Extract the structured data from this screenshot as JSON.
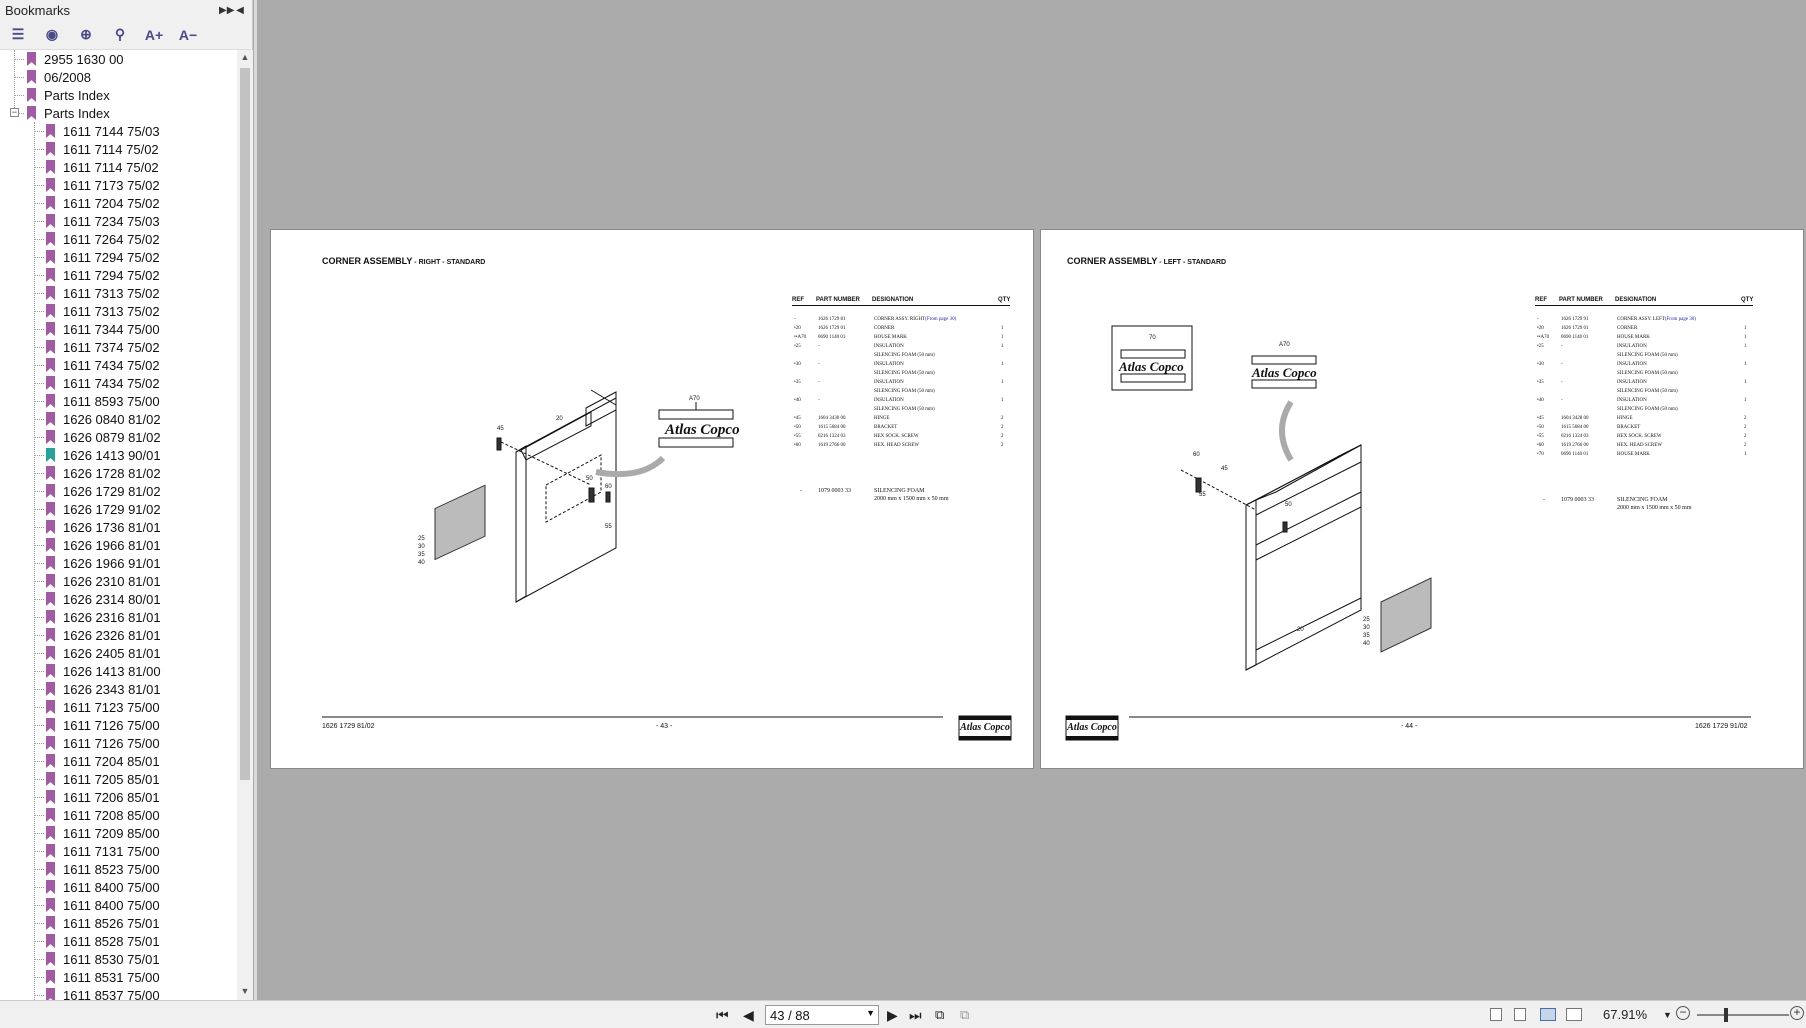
{
  "sidebar": {
    "title": "Bookmarks",
    "tools": [
      "bookmark-options-icon",
      "expand-bookmark-icon",
      "add-bookmark-icon",
      "find-bookmark-icon",
      "enlarge-text-icon",
      "shrink-text-icon"
    ],
    "top_items": [
      "2955 1630 00",
      "06/2008",
      "Parts Index",
      "Parts Index"
    ],
    "child_items": [
      "1611 7144 75/03",
      "1611 7114 75/02",
      "1611 7114 75/02",
      "1611 7173 75/02",
      "1611 7204 75/02",
      "1611 7234 75/03",
      "1611 7264 75/02",
      "1611 7294 75/02",
      "1611 7294 75/02",
      "1611 7313 75/02",
      "1611 7313 75/02",
      "1611 7344 75/00",
      "1611 7374 75/02",
      "1611 7434 75/02",
      "1611 7434 75/02",
      "1611 8593 75/00",
      "1626 0840 81/02",
      "1626 0879 81/02",
      "1626 1413 90/01",
      "1626 1728 81/02",
      "1626 1729 81/02",
      "1626 1729 91/02",
      "1626 1736 81/01",
      "1626 1966 81/01",
      "1626 1966 91/01",
      "1626 2310 81/01",
      "1626 2314 80/01",
      "1626 2316 81/01",
      "1626 2326 81/01",
      "1626 2405 81/01",
      "1626 1413 81/00",
      "1626 2343 81/01",
      "1611 7123 75/00",
      "1611 7126 75/00",
      "1611 7126 75/00",
      "1611 7204 85/01",
      "1611 7205 85/01",
      "1611 7206 85/01",
      "1611 7208 85/00",
      "1611 7209 85/00",
      "1611 7131 75/00",
      "1611 8523 75/00",
      "1611 8400 75/00",
      "1611 8400 75/00",
      "1611 8526 75/01",
      "1611 8528 75/01",
      "1611 8530 75/01",
      "1611 8531 75/00",
      "1611 8537 75/00"
    ],
    "highlight_index": 18
  },
  "pages": [
    {
      "title": "CORNER ASSEMBLY",
      "subtitle": " - RIGHT - STANDARD",
      "headers": [
        "REF",
        "PART NUMBER",
        "DESIGNATION",
        "QTY"
      ],
      "rows": [
        [
          "-",
          "1626 1729 81",
          "CORNER ASSY. RIGHT",
          "(From page 30)",
          ""
        ],
        [
          "•20",
          "1626 1729 01",
          "CORNER",
          "",
          "1"
        ],
        [
          "••A70",
          "0690 1140 01",
          "HOUSE MARK",
          "",
          "1"
        ],
        [
          "•25",
          "-",
          "INSULATION",
          "",
          "1"
        ],
        [
          "",
          "",
          "SILENCING FOAM  (50 mm)",
          "",
          ""
        ],
        [
          "•30",
          "-",
          "INSULATION",
          "",
          "1"
        ],
        [
          "",
          "",
          "SILENCING FOAM  (50 mm)",
          "",
          ""
        ],
        [
          "•35",
          "-",
          "INSULATION",
          "",
          "1"
        ],
        [
          "",
          "",
          "SILENCING FOAM  (50 mm)",
          "",
          ""
        ],
        [
          "•40",
          "-",
          "INSULATION",
          "",
          "1"
        ],
        [
          "",
          "",
          "SILENCING FOAM  (50 mm)",
          "",
          ""
        ],
        [
          "•45",
          "1604 3430 00",
          "HINGE",
          "",
          "2"
        ],
        [
          "•50",
          "1615 5684 00",
          "BRACKET",
          "",
          "2"
        ],
        [
          "•55",
          "0216 1324 03",
          "HEX SOCK. SCREW",
          "",
          "2"
        ],
        [
          "•60",
          "1619 2766 00",
          "HEX. HEAD SCREW",
          "",
          "2"
        ]
      ],
      "extra": [
        "-",
        "1079 0003 33",
        "SILENCING FOAM",
        "2000 mm x 1500 mm x 50 mm"
      ],
      "footer_left": "1626 1729 81/02",
      "footer_center": "- 43 -",
      "brand": "Atlas Copco",
      "callouts": [
        "A70",
        "20",
        "50",
        "45",
        "60",
        "55",
        "25",
        "30",
        "35",
        "40"
      ]
    },
    {
      "title": "CORNER ASSEMBLY",
      "subtitle": " - LEFT - STANDARD",
      "headers": [
        "REF",
        "PART NUMBER",
        "DESIGNATION",
        "QTY"
      ],
      "rows": [
        [
          "-",
          "1626 1729 91",
          "CORNER ASSY. LEFT",
          "(From page 30)",
          ""
        ],
        [
          "•20",
          "1626 1729 01",
          "CORNER",
          "",
          "1"
        ],
        [
          "••A70",
          "0690 1140 01",
          "HOUSE MARK",
          "",
          "1"
        ],
        [
          "•25",
          "-",
          "INSULATION",
          "",
          "1"
        ],
        [
          "",
          "",
          "SILENCING FOAM  (50 mm)",
          "",
          ""
        ],
        [
          "•30",
          "-",
          "INSULATION",
          "",
          "1"
        ],
        [
          "",
          "",
          "SILENCING FOAM  (50 mm)",
          "",
          ""
        ],
        [
          "•35",
          "-",
          "INSULATION",
          "",
          "1"
        ],
        [
          "",
          "",
          "SILENCING FOAM  (50 mm)",
          "",
          ""
        ],
        [
          "•40",
          "-",
          "INSULATION",
          "",
          "1"
        ],
        [
          "",
          "",
          "SILENCING FOAM  (50 mm)",
          "",
          ""
        ],
        [
          "•45",
          "1604 3428 00",
          "HINGE",
          "",
          "2"
        ],
        [
          "•50",
          "1615 5684 00",
          "BRACKET",
          "",
          "2"
        ],
        [
          "•55",
          "0216 1324 03",
          "HEX SOCK. SCREW",
          "",
          "2"
        ],
        [
          "•60",
          "1619 2766 00",
          "HEX. HEAD SCREW",
          "",
          "2"
        ],
        [
          "•70",
          "0690 1140 01",
          "HOUSE MARK",
          "",
          "1"
        ]
      ],
      "extra": [
        "-",
        "1079 0003 33",
        "SILENCING FOAM",
        "2000 mm x 1500 mm x 50 mm"
      ],
      "footer_right": "1626 1729 91/02",
      "footer_center": "- 44 -",
      "brand": "Atlas Copco",
      "callouts": [
        "70",
        "A70",
        "60",
        "45",
        "55",
        "50",
        "25",
        "30",
        "35",
        "40",
        "20"
      ]
    }
  ],
  "status": {
    "page_indicator": "43 / 88",
    "zoom": "67.91%"
  },
  "colors": {
    "bookmark": "#a15ba3",
    "bookmark_active": "#2aa198",
    "link": "#1a1aa6"
  }
}
